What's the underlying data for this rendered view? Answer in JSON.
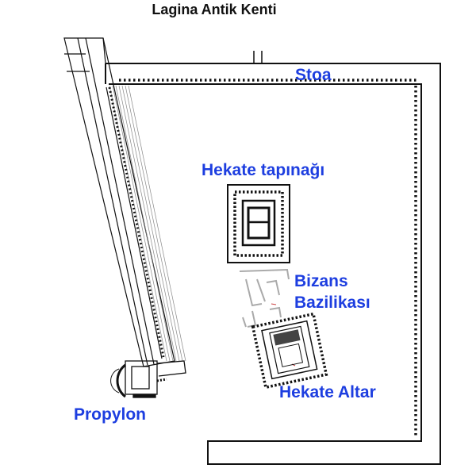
{
  "title": "Lagina Antik Kenti",
  "labels": {
    "stoa": "Stoa",
    "temple": "Hekate tapınağı",
    "basilica_line1": "Bizans",
    "basilica_line2": "Bazilikası",
    "altar": "Hekate Altar",
    "propylon": "Propylon"
  },
  "colors": {
    "label_blue": "#1d3ee0",
    "wall": "#111111",
    "title": "#111111"
  }
}
